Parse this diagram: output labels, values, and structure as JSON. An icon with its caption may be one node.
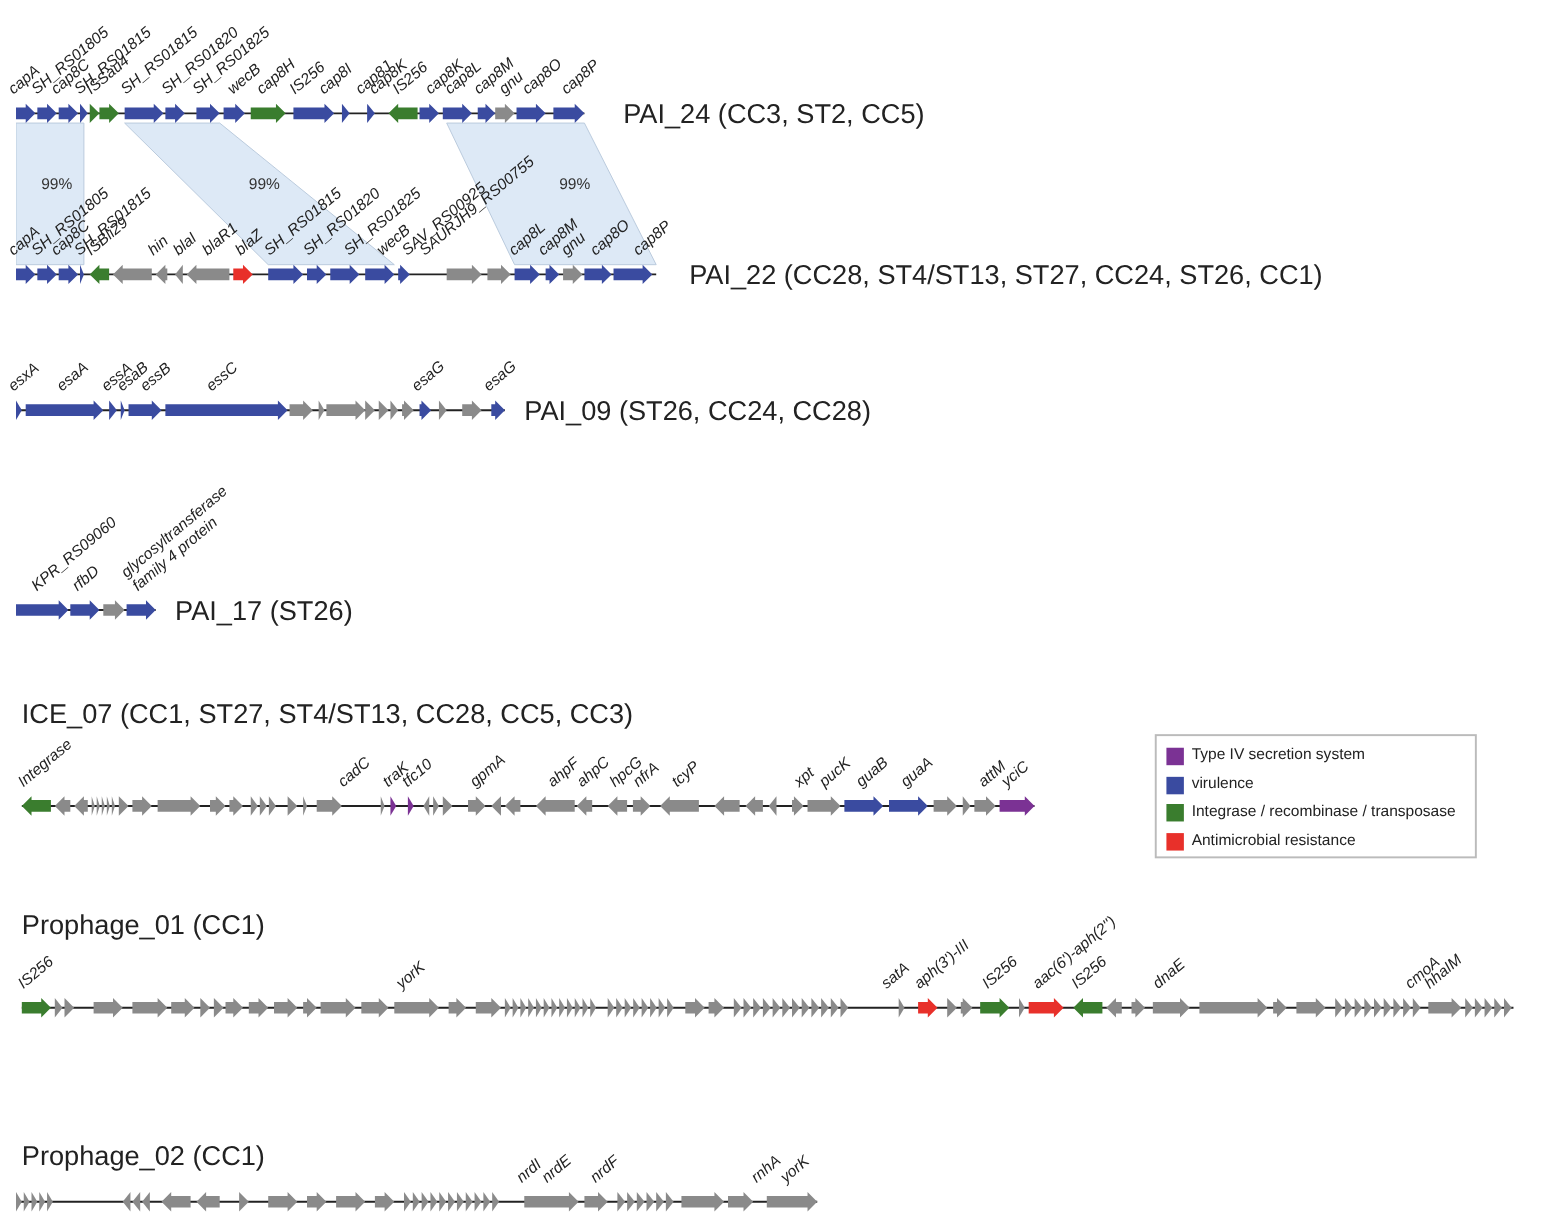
{
  "diagram": {
    "labels": [
      "capA",
      "SH_RS01805",
      "cap8C",
      "SH_RS01815",
      "ISSau4",
      "SH_RS01815",
      "SH_RS01820",
      "SH_RS01825",
      "wecB",
      "cap8H",
      "IS256",
      "cap8I",
      "cap8J",
      "cap8K",
      "IS256",
      "cap8K",
      "cap8L",
      "cap8M",
      "gnu",
      "cap8O",
      "cap8P",
      "PAI_24 (CC3, ST2, CC5)",
      "99%",
      "99%",
      "99%",
      "capA",
      "SH_RS01805",
      "cap8C",
      "SH_RS01815",
      "ISBli29",
      "hin",
      "blaI",
      "blaR1",
      "blaZ",
      "SH_RS01815",
      "SH_RS01820",
      "SH_RS01825",
      "wecB",
      "SAV_RS00925",
      "SAURJH9_RS00755",
      "cap8L",
      "cap8M",
      "gnu",
      "cap8O",
      "cap8P",
      "PAI_22 (CC28, ST4/ST13, ST27, CC24, ST26, CC1)",
      "esxA",
      "esaA",
      "essA",
      "esaB",
      "essB",
      "essC",
      "esaG",
      "esaG",
      "PAI_09 (ST26, CC24, CC28)",
      "KPR_RS09060",
      "rfbD",
      "glycosyltransferase family 4 protein",
      "PAI_17 (ST26)",
      "ICE_07 (CC1, ST27, ST4/ST13, CC28, CC5, CC3)",
      "Integrase",
      "cadC",
      "traK",
      "tfc10",
      "gpmA",
      "ahpF",
      "ahpC",
      "hpcG",
      "nfrA",
      "tcyP",
      "xpt",
      "pucK",
      "guaB",
      "guaA",
      "attM",
      "yciC",
      "Prophage_01 (CC1)",
      "IS256",
      "yorK",
      "satA",
      "aph(3')-III",
      "IS256",
      "aac(6')-aph(2'')",
      "IS256",
      "dnaE",
      "cmoA",
      "hhaIM",
      "Prophage_02 (CC1)",
      "nrdI",
      "nrdE",
      "nrdF",
      "rnhA",
      "yorK"
    ],
    "legend": [
      {
        "text": "Type IV secretion system",
        "color": "#7b3294"
      },
      {
        "text": "virulence",
        "color": "#3a4ba0"
      },
      {
        "text": "Integrase / recombinase / transposase",
        "color": "#3a7d2e"
      },
      {
        "text": "Antimicrobial resistance",
        "color": "#e8302a"
      }
    ]
  }
}
